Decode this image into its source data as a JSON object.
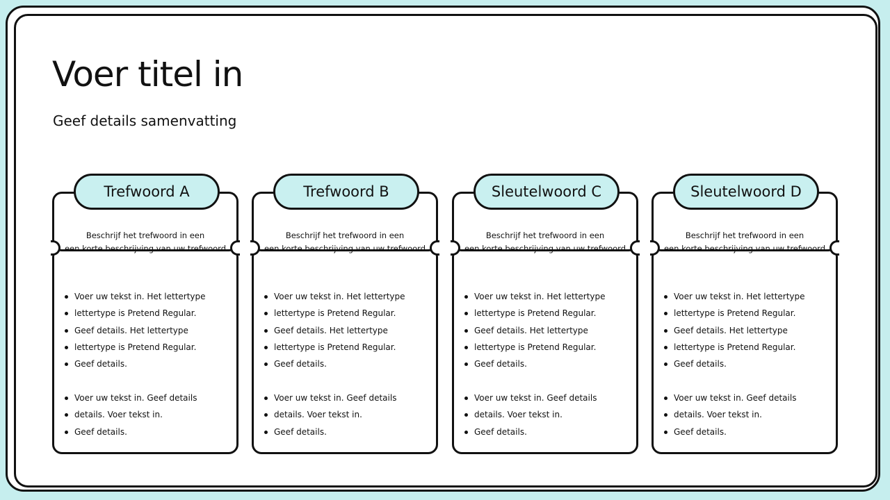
{
  "slide": {
    "title": "Voer titel in",
    "subtitle": "Geef details samenvatting"
  },
  "colors": {
    "background": "#c6eeee",
    "pill": "#c9f0f0",
    "stroke": "#111111"
  },
  "cards": [
    {
      "keyword": "Trefwoord A",
      "desc1": "Beschrijf het trefwoord in een",
      "desc2": "een korte beschrijving van uw trefwoord",
      "list1": [
        "Voer uw tekst in. Het lettertype",
        "lettertype is Pretend Regular.",
        "Geef details. Het lettertype",
        "lettertype is Pretend Regular.",
        "Geef details."
      ],
      "list2": [
        "Voer uw tekst in. Geef details",
        "details. Voer tekst in.",
        "Geef details."
      ]
    },
    {
      "keyword": "Trefwoord B",
      "desc1": "Beschrijf het trefwoord in een",
      "desc2": "een korte beschrijving van uw trefwoord",
      "list1": [
        "Voer uw tekst in. Het lettertype",
        "lettertype is Pretend Regular.",
        "Geef details. Het lettertype",
        "lettertype is Pretend Regular.",
        "Geef details."
      ],
      "list2": [
        "Voer uw tekst in. Geef details",
        "details. Voer tekst in.",
        "Geef details."
      ]
    },
    {
      "keyword": "Sleutelwoord C",
      "desc1": "Beschrijf het trefwoord in een",
      "desc2": "een korte beschrijving van uw trefwoord",
      "list1": [
        "Voer uw tekst in. Het lettertype",
        "lettertype is Pretend Regular.",
        "Geef details. Het lettertype",
        "lettertype is Pretend Regular.",
        "Geef details."
      ],
      "list2": [
        "Voer uw tekst in. Geef details",
        "details. Voer tekst in.",
        "Geef details."
      ]
    },
    {
      "keyword": "Sleutelwoord D",
      "desc1": "Beschrijf het trefwoord in een",
      "desc2": "een korte beschrijving van uw trefwoord",
      "list1": [
        "Voer uw tekst in. Het lettertype",
        "lettertype is Pretend Regular.",
        "Geef details. Het lettertype",
        "lettertype is Pretend Regular.",
        "Geef details."
      ],
      "list2": [
        "Voer uw tekst in. Geef details",
        "details. Voer tekst in.",
        "Geef details."
      ]
    }
  ]
}
